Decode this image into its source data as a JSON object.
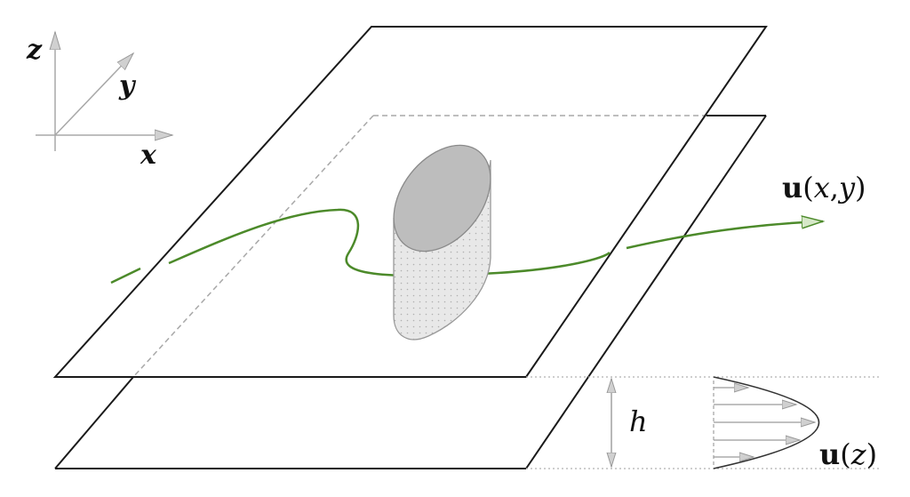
{
  "axes": {
    "x_label": "x",
    "y_label": "y",
    "z_label": "z"
  },
  "labels": {
    "velocity_xy_bold": "u",
    "velocity_xy_args": "(x,y)",
    "velocity_xy_open": "(",
    "velocity_xy_x": "x",
    "velocity_xy_comma": ",",
    "velocity_xy_y": "y",
    "velocity_xy_close": ")",
    "gap_height": "h",
    "velocity_z_bold": "u",
    "velocity_z_open": "(",
    "velocity_z_z": "z",
    "velocity_z_close": ")"
  },
  "colors": {
    "plate_outline": "#1a1a1a",
    "streamline": "#4c8a2a",
    "cylinder_fill": "#e6e6e6",
    "cylinder_top": "#bdbdbd",
    "guide_lines": "#9a9a9a"
  }
}
